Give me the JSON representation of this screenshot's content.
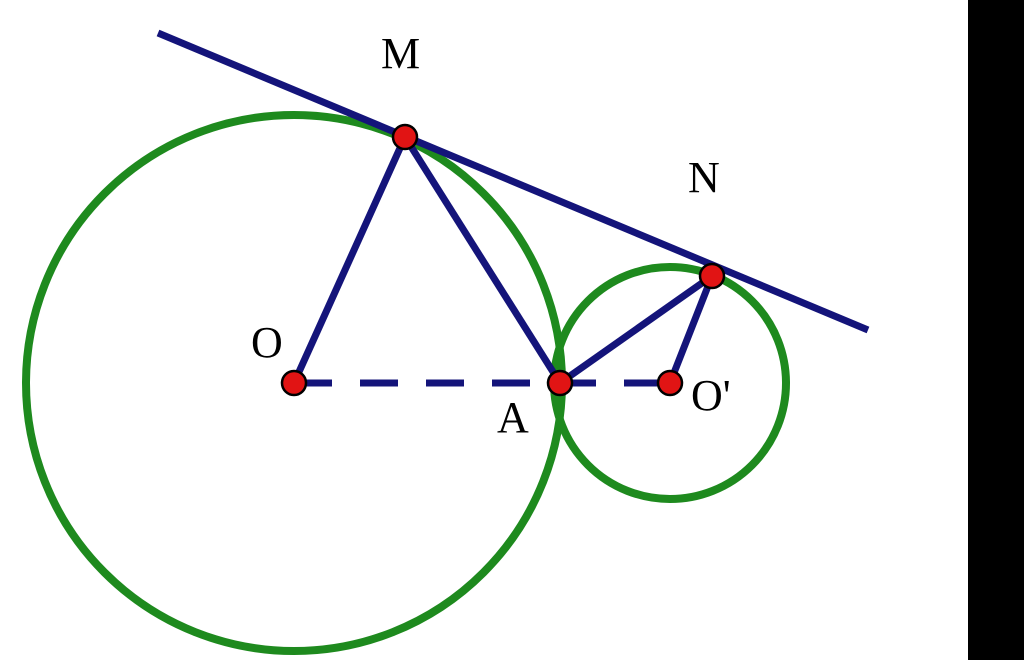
{
  "figure": {
    "labels": {
      "M": "M",
      "N": "N",
      "O": "O",
      "A": "A",
      "O_prime": "O'"
    },
    "colors": {
      "circle": "#1e8a1e",
      "segment": "#14147a",
      "point_fill": "#e11414",
      "point_stroke": "#000000",
      "background": "#ffffff",
      "side_bar": "#000000"
    }
  }
}
